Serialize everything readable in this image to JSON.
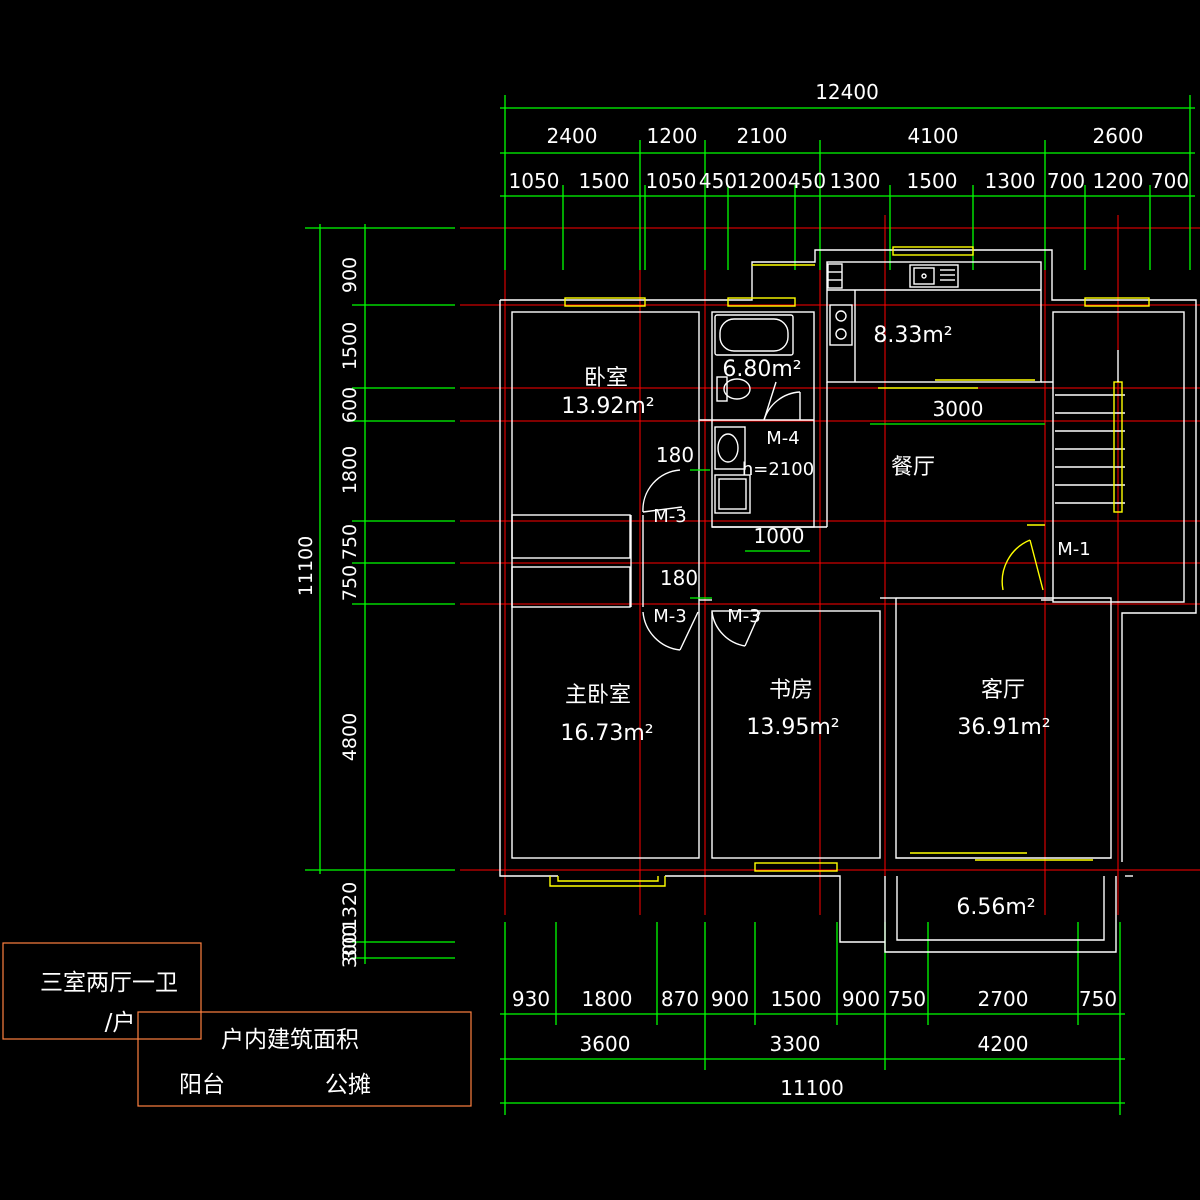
{
  "dimensions": {
    "top_total": "12400",
    "top_mid": [
      "2400",
      "1200",
      "2100",
      "4100",
      "2600"
    ],
    "top_fine": [
      "1050",
      "1500",
      "1050",
      "450",
      "1200",
      "450",
      "1300",
      "1500",
      "1300",
      "700",
      "1200",
      "700"
    ],
    "left_total": "11100",
    "left_parts": [
      "900",
      "1500",
      "600",
      "1800",
      "750",
      "750",
      "4800",
      "1320",
      "300",
      "300"
    ],
    "bottom_fine": [
      "930",
      "1800",
      "870",
      "900",
      "1500",
      "900",
      "750",
      "2700",
      "750"
    ],
    "bottom_mid": [
      "3600",
      "3300",
      "4200"
    ],
    "bottom_total": "11100",
    "inner": {
      "dining_width": "3000",
      "hall_width": "1000",
      "wall_a": "180",
      "wall_b": "180"
    }
  },
  "rooms": {
    "bedroom": {
      "name": "卧室",
      "area": "13.92m²"
    },
    "bathroom": {
      "area": "6.80m²"
    },
    "kitchen": {
      "area": "8.33m²"
    },
    "dining": {
      "name": "餐厅"
    },
    "master_bedroom": {
      "name": "主卧室",
      "area": "16.73m²"
    },
    "study": {
      "name": "书房",
      "area": "13.95m²"
    },
    "living": {
      "name": "客厅",
      "area": "36.91m²"
    },
    "balcony": {
      "area": "6.56m²"
    }
  },
  "doors": {
    "m4": "M-4",
    "m4_height": "h=2100",
    "m3_a": "M-3",
    "m3_b": "M-3",
    "m3_c": "M-3",
    "m1": "M-1"
  },
  "legend": {
    "type_line1": "三室两厅一卫",
    "type_line2": "/户",
    "area_title": "户内建筑面积",
    "balcony_label": "阳台",
    "shared_label": "公摊"
  },
  "colors": {
    "background": "#000000",
    "dimension_lines": "#00ff00",
    "axis_lines": "#ff0000",
    "walls": "#ffffff",
    "windows": "#ffff00",
    "legend_boxes": "#ff8040"
  }
}
